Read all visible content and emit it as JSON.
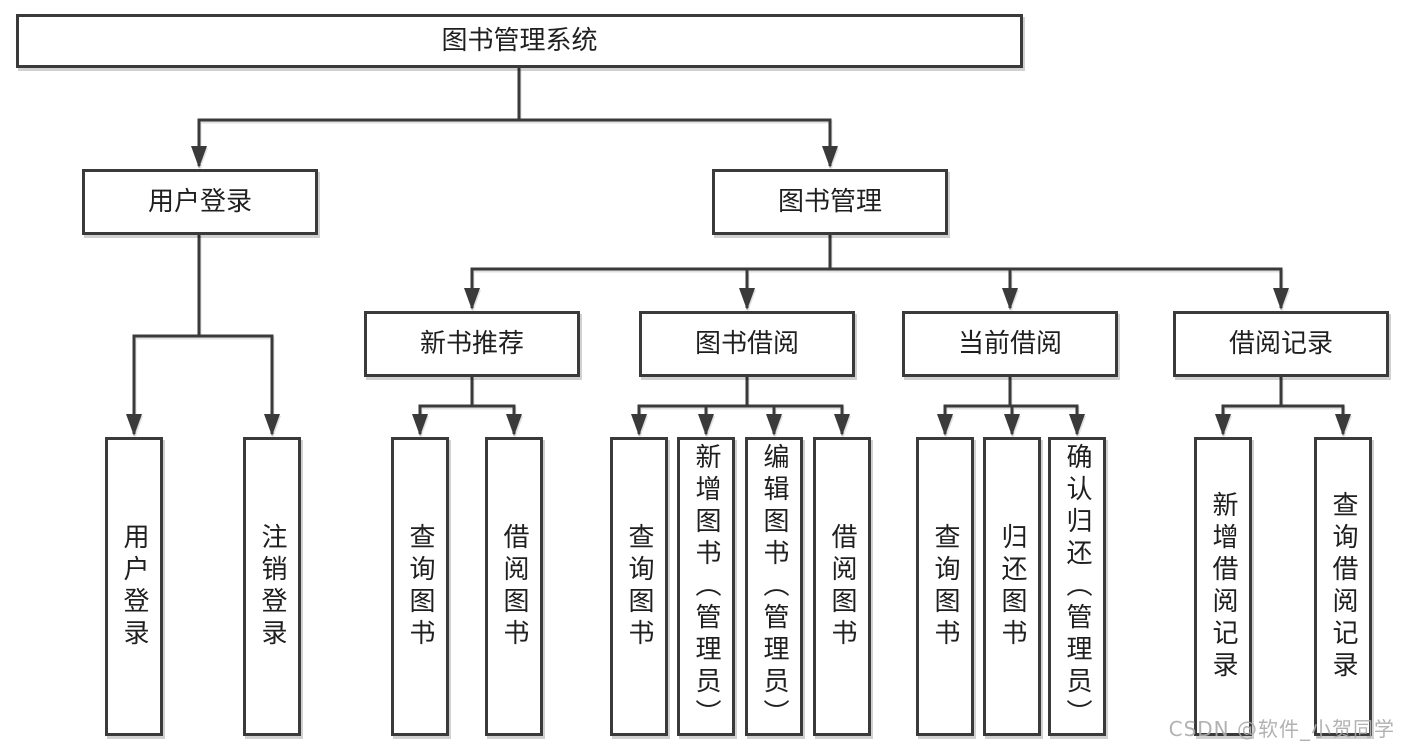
{
  "diagram": {
    "root": {
      "label": "图书管理系统",
      "children": [
        {
          "label": "用户登录",
          "children": [
            {
              "label": "用户登录"
            },
            {
              "label": "注销登录"
            }
          ]
        },
        {
          "label": "图书管理",
          "children": [
            {
              "label": "新书推荐",
              "children": [
                {
                  "label": "查询图书"
                },
                {
                  "label": "借阅图书"
                }
              ]
            },
            {
              "label": "图书借阅",
              "children": [
                {
                  "label": "查询图书"
                },
                {
                  "label": "新增图书（管理员）"
                },
                {
                  "label": "编辑图书（管理员）"
                },
                {
                  "label": "借阅图书"
                }
              ]
            },
            {
              "label": "当前借阅",
              "children": [
                {
                  "label": "查询图书"
                },
                {
                  "label": "归还图书"
                },
                {
                  "label": "确认归还（管理员）"
                }
              ]
            },
            {
              "label": "借阅记录",
              "children": [
                {
                  "label": "新增借阅记录"
                },
                {
                  "label": "查询借阅记录"
                }
              ]
            }
          ]
        }
      ]
    },
    "watermark": "CSDN @软件_小贺同学",
    "colors": {
      "line": "#3a3a3a",
      "text": "#1f1f1f",
      "background": "#ffffff",
      "watermark": "#ababab"
    }
  }
}
